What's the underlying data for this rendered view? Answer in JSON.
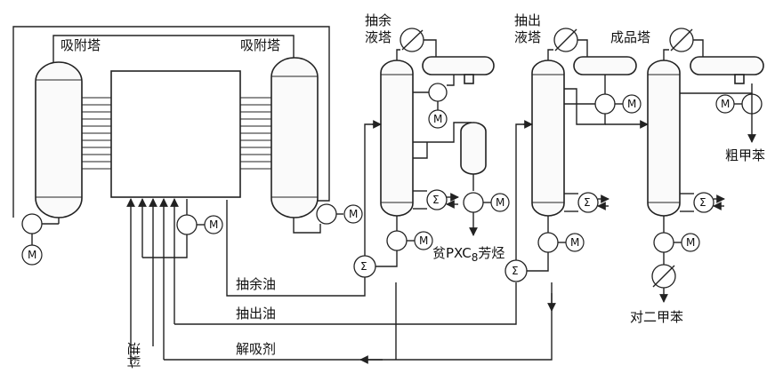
{
  "labels": {
    "adsorber_left": "吸附塔",
    "adsorber_right": "吸附塔",
    "raffinate_column_line1": "抽余",
    "raffinate_column_line2": "液塔",
    "extract_column_line1": "抽出",
    "extract_column_line2": "液塔",
    "product_column": "成品塔",
    "crude_toluene": "粗甲苯",
    "lean_pxc8_prefix": "贫PXC",
    "lean_pxc8_sub": "8",
    "lean_pxc8_suffix": "芳烃",
    "paraxylene": "对二甲苯",
    "raffinate_oil": "抽余油",
    "extract_oil": "抽出油",
    "desorbent": "解吸剂",
    "feed": "进料",
    "motor": "M",
    "heat_exchanger": "Σ"
  },
  "icons": [
    "pump-icon",
    "motor-icon",
    "heat-exchanger-icon",
    "condenser-icon",
    "arrow-icon"
  ]
}
